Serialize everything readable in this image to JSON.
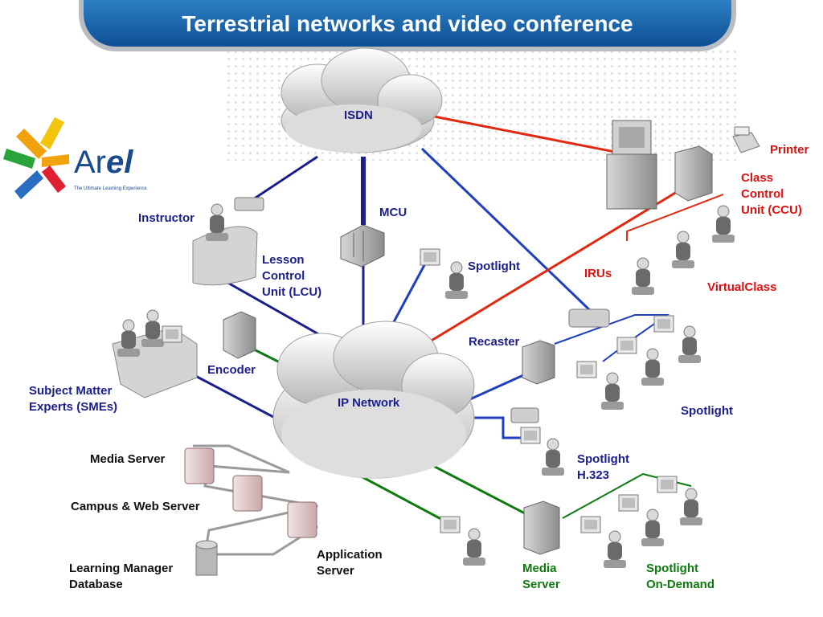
{
  "title": "Terrestrial networks and video conference",
  "logo": {
    "prefix": "Ar",
    "suffix": "el",
    "tagline": "The Ultimate Learning Experience"
  },
  "colors": {
    "navy": "#1a1e8c",
    "blue": "#1f3fbf",
    "red": "#e02a10",
    "green": "#0f7a0f",
    "gray": "#8f8f8f"
  },
  "clouds": {
    "isdn": "ISDN",
    "ip_network": "IP Network"
  },
  "labels": {
    "mcu": "MCU",
    "instructor": "Instructor",
    "lcu_line1": "Lesson",
    "lcu_line2": "Control",
    "lcu_line3": "Unit (LCU)",
    "spotlight_top": "Spotlight",
    "printer": "Printer",
    "ccu_line1": "Class",
    "ccu_line2": "Control",
    "ccu_line3": "Unit (CCU)",
    "irus": "IRUs",
    "virtualclass": "VirtualClass",
    "recaster": "Recaster",
    "encoder": "Encoder",
    "sme_line1": "Subject Matter",
    "sme_line2": "Experts (SMEs)",
    "spotlight_right": "Spotlight",
    "h323_line1": "Spotlight",
    "h323_line2": "H.323",
    "media_server_left": "Media Server",
    "campus_web_server": "Campus & Web Server",
    "app_server_line1": "Application",
    "app_server_line2": "Server",
    "lm_db_line1": "Learning Manager",
    "lm_db_line2": "Database",
    "media_server_right_line1": "Media",
    "media_server_right_line2": "Server",
    "ondemand_line1": "Spotlight",
    "ondemand_line2": "On-Demand"
  }
}
